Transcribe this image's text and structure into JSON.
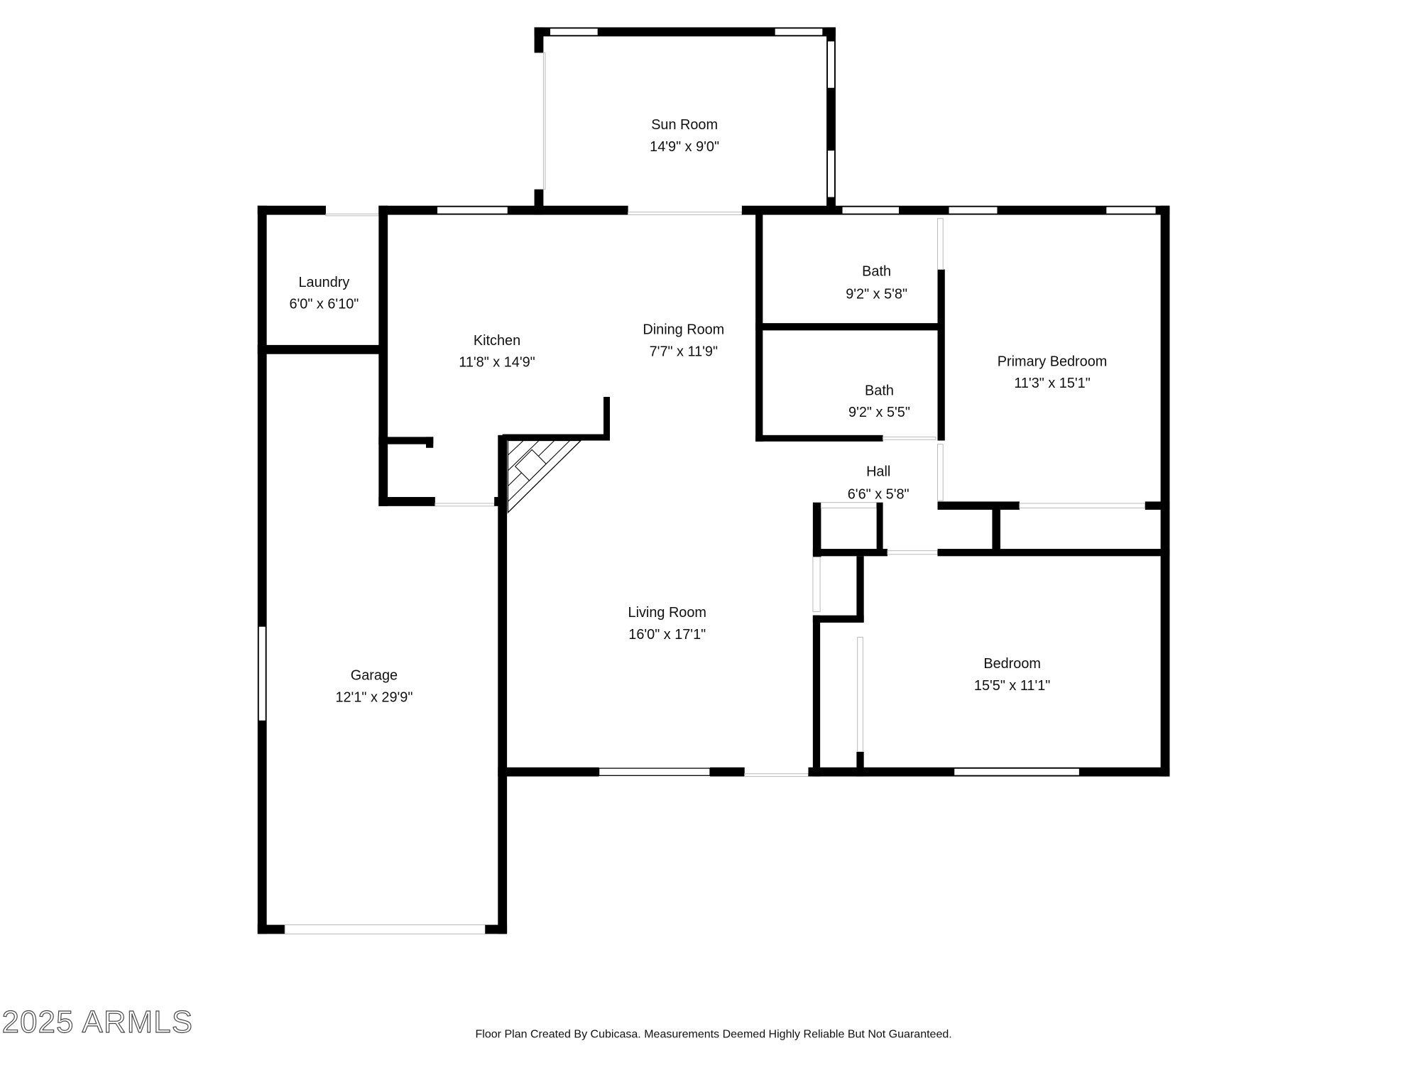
{
  "rooms": [
    {
      "name": "Sun Room",
      "dims": "14'9\" x 9'0\""
    },
    {
      "name": "Laundry",
      "dims": "6'0\" x 6'10\""
    },
    {
      "name": "Kitchen",
      "dims": "11'8\" x 14'9\""
    },
    {
      "name": "Dining Room",
      "dims": "7'7\" x 11'9\""
    },
    {
      "name": "Bath",
      "dims": "9'2\" x 5'8\""
    },
    {
      "name": "Bath",
      "dims": "9'2\" x 5'5\""
    },
    {
      "name": "Primary Bedroom",
      "dims": "11'3\" x 15'1\""
    },
    {
      "name": "Hall",
      "dims": "6'6\" x 5'8\""
    },
    {
      "name": "Living Room",
      "dims": "16'0\" x 17'1\""
    },
    {
      "name": "Bedroom",
      "dims": "15'5\" x 11'1\""
    },
    {
      "name": "Garage",
      "dims": "12'1\" x 29'9\""
    }
  ],
  "footer": "Floor Plan Created By Cubicasa. Measurements Deemed Highly Reliable But Not Guaranteed.",
  "watermark": "2025 ARMLS",
  "colors": {
    "wall": "#000000",
    "background": "#ffffff"
  }
}
